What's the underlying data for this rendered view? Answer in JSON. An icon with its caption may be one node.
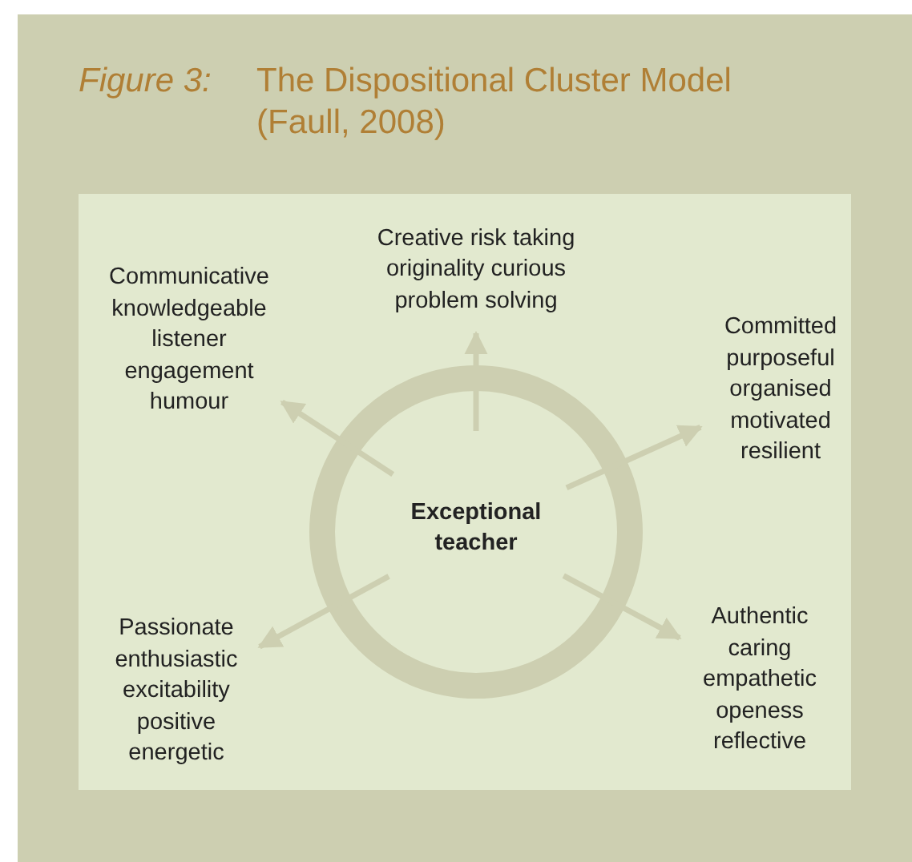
{
  "diagram": {
    "title": "The Dispositional Cluster Model (Faull, 2008)",
    "labels": [
      "Figure 3:"
    ],
    "nodes": [
      {
        "text": [
          "Exceptional teacher"
        ]
      },
      {
        "text": [
          "Creative risk taking originality curious problem solving"
        ]
      },
      {
        "text": [
          "Communicative knowledgeable listener engagement humour"
        ]
      },
      {
        "text": [
          "Committed purposeful organised motivated resilient"
        ]
      },
      {
        "text": [
          "Passionate enthusiastic excitability positive energetic"
        ]
      },
      {
        "text": [
          "Authentic caring empathetic openess reflective"
        ]
      }
    ],
    "edges": [
      {
        "from": 0,
        "to": 1,
        "arrow": "to"
      },
      {
        "from": 0,
        "to": 2,
        "arrow": "to"
      },
      {
        "from": 0,
        "to": 3,
        "arrow": "to"
      },
      {
        "from": 0,
        "to": 4,
        "arrow": "to"
      },
      {
        "from": 0,
        "to": 5,
        "arrow": "to"
      }
    ]
  }
}
